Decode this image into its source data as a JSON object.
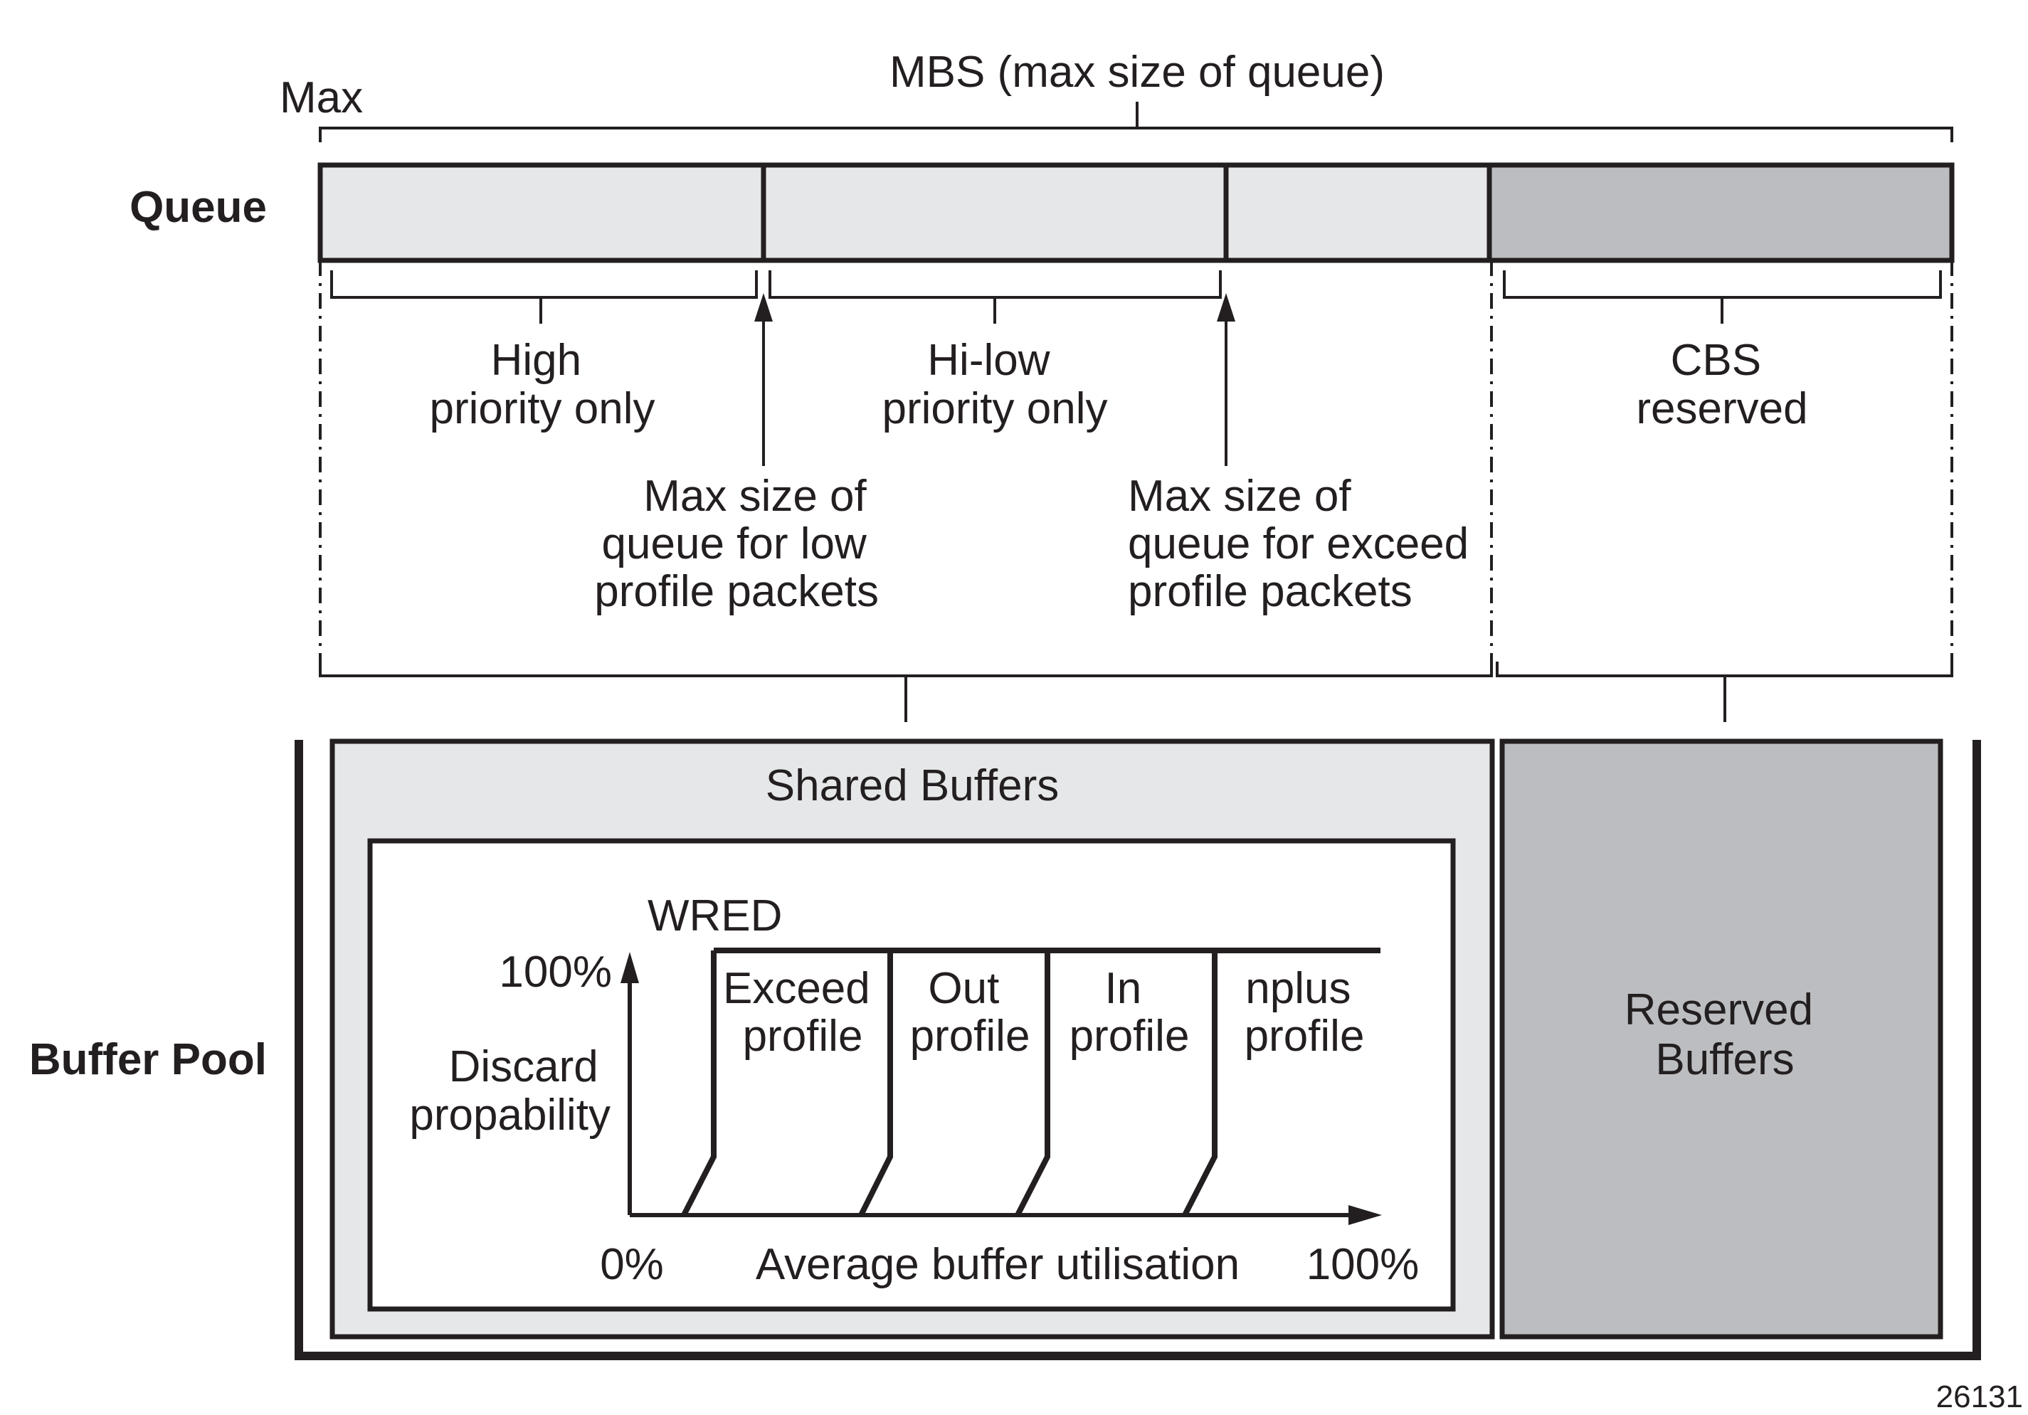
{
  "colors": {
    "ink": "#231f20",
    "light_fill": "#e6e7e8",
    "dark_fill": "#bcbdc0",
    "white": "#ffffff"
  },
  "labels": {
    "max": "Max",
    "mbs": "MBS (max size of queue)",
    "queue": "Queue",
    "buffer_pool": "Buffer Pool",
    "high_priority": [
      "High",
      "priority only"
    ],
    "hi_low_priority": [
      "Hi-low",
      "priority only"
    ],
    "cbs_reserved": [
      "CBS",
      "reserved"
    ],
    "max_low_profile": [
      "Max size of",
      "queue for low",
      "profile packets"
    ],
    "max_exceed_profile": [
      "Max size of",
      "queue for exceed",
      "profile packets"
    ],
    "shared_buffers": "Shared Buffers",
    "reserved_buffers": [
      "Reserved",
      "Buffers"
    ],
    "figure_id": "26131"
  },
  "wred": {
    "title": "WRED",
    "y_top": "100%",
    "y_axis": [
      "Discard",
      "propability"
    ],
    "x_start": "0%",
    "x_axis": "Average buffer utilisation",
    "x_end": "100%",
    "profiles": [
      [
        "Exceed",
        "profile"
      ],
      [
        "Out",
        "profile"
      ],
      [
        "In",
        "profile"
      ],
      [
        "nplus",
        "profile"
      ]
    ]
  }
}
